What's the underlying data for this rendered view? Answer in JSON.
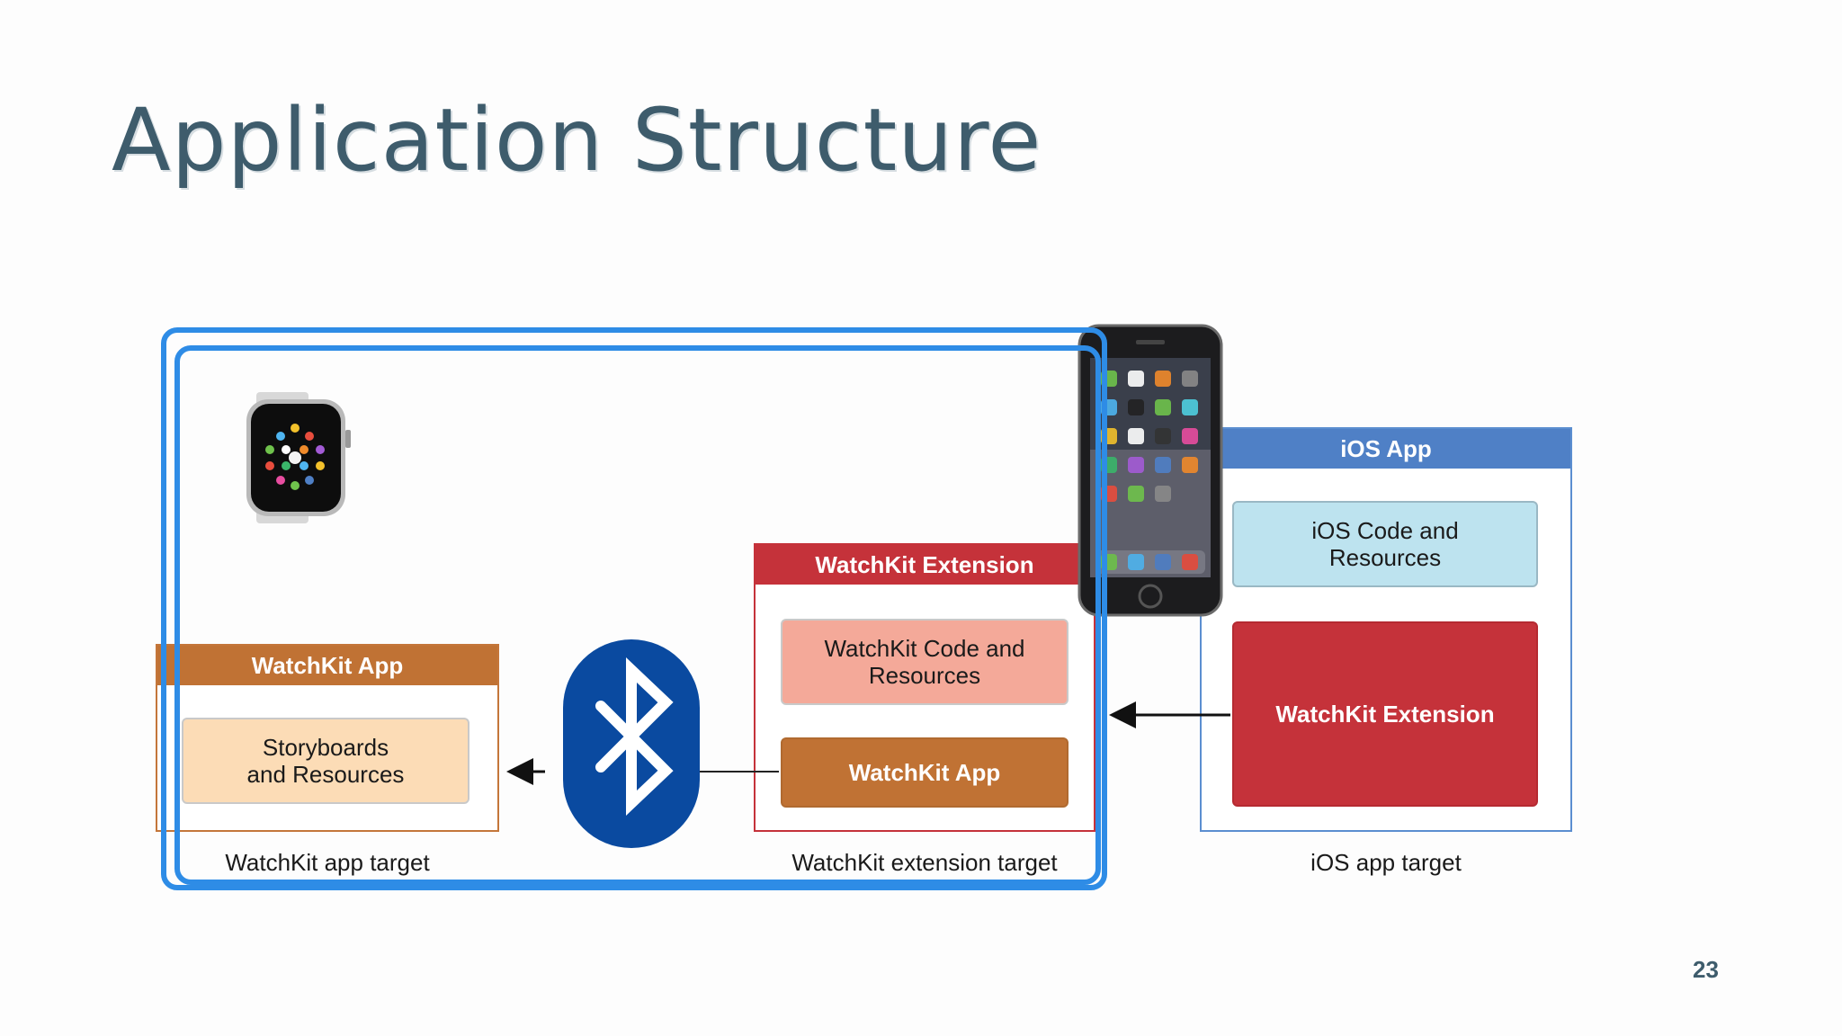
{
  "slide": {
    "title": "Application Structure",
    "page_number": "23"
  },
  "diagram": {
    "watchkit_app": {
      "header": "WatchKit App",
      "content": "Storyboards\nand Resources",
      "target_label": "WatchKit app target"
    },
    "watchkit_extension": {
      "header": "WatchKit Extension",
      "code": "WatchKit Code and\nResources",
      "app": "WatchKit App",
      "target_label": "WatchKit extension target"
    },
    "ios_app": {
      "header": "iOS App",
      "code": "iOS Code and\nResources",
      "extension": "WatchKit Extension",
      "target_label": "iOS app target"
    },
    "icons": [
      "apple-watch-icon",
      "bluetooth-icon",
      "iphone-icon"
    ],
    "colors": {
      "watchkit_app": "#c07234",
      "watchkit_extension": "#c5323a",
      "ios_app": "#4f80c6",
      "highlight": "#2e8ce6",
      "bluetooth": "#0a4aa0"
    }
  }
}
